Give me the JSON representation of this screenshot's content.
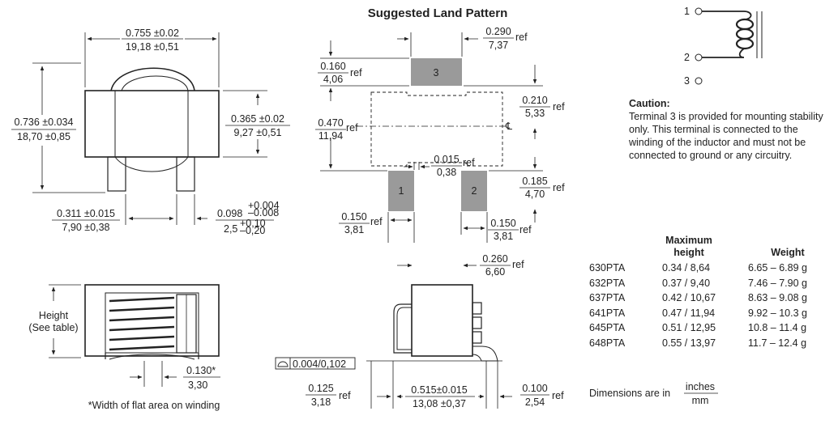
{
  "land_pattern": {
    "title": "Suggested Land Pattern",
    "pad_labels": [
      "3",
      "1",
      "2"
    ],
    "dims": {
      "pad_spacing_top": {
        "in": "0.290",
        "mm": "7,37",
        "suffix": "ref"
      },
      "pad3_height": {
        "in": "0.160",
        "mm": "4,06",
        "suffix": "ref"
      },
      "center_to_pad3": {
        "in": "0.210",
        "mm": "5,33",
        "suffix": "ref"
      },
      "overall_height": {
        "in": "0.470",
        "mm": "11,94",
        "suffix": "ref"
      },
      "pad_gap": {
        "in": "0.015",
        "mm": "0,38",
        "suffix": "ref"
      },
      "center_to_pad12": {
        "in": "0.185",
        "mm": "4,70",
        "suffix": "ref"
      },
      "pad1_width": {
        "in": "0.150",
        "mm": "3,81",
        "suffix": "ref"
      },
      "pad2_width": {
        "in": "0.150",
        "mm": "3,81",
        "suffix": "ref"
      },
      "pad_outer_span": {
        "in": "0.260",
        "mm": "6,60",
        "suffix": "ref"
      },
      "centerline": "℄"
    }
  },
  "top_view": {
    "width": {
      "in": "0.755 ±0.02",
      "mm": "19,18 ±0,51"
    },
    "height": {
      "in": "0.736 ±0.034",
      "mm": "18,70 ±0,85"
    },
    "body_height": {
      "in": "0.365 ±0.02",
      "mm": "9,27 ±0,51"
    },
    "lead_span": {
      "in": "0.311 ±0.015",
      "mm": "7,90 ±0,38"
    },
    "lead_width": {
      "in": "0.098",
      "in_plus": "+0.004",
      "in_minus": "–0.008",
      "mm": "2,5",
      "mm_plus": "+0,10",
      "mm_minus": "–0,20"
    }
  },
  "side_view": {
    "height_label_1": "Height",
    "height_label_2": "(See table)",
    "flat_width": {
      "in": "0.130*",
      "mm": "3,30"
    },
    "footnote": "*Width of flat area on winding"
  },
  "end_view": {
    "flatness": "0.004/0,102",
    "lead_offset": {
      "in": "0.125",
      "mm": "3,18",
      "suffix": "ref"
    },
    "lead_span": {
      "in": "0.515±0.015",
      "mm": "13,08 ±0,37"
    },
    "lead_width": {
      "in": "0.100",
      "mm": "2,54",
      "suffix": "ref"
    }
  },
  "schematic": {
    "terminals": [
      "1",
      "2",
      "3"
    ]
  },
  "caution": {
    "heading": "Caution:",
    "text": "Terminal 3 is provided for mounting stability only. This terminal is connected to the winding of the inductor and must not be connected to ground or any circuitry."
  },
  "table": {
    "header_height_1": "Maximum",
    "header_height_2": "height",
    "header_weight": "Weight",
    "rows": [
      {
        "part": "630PTA",
        "height": "0.34 / 8,64",
        "weight": "6.65 – 6.89 g"
      },
      {
        "part": "632PTA",
        "height": "0.37 / 9,40",
        "weight": "7.46 – 7.90 g"
      },
      {
        "part": "637PTA",
        "height": "0.42 / 10,67",
        "weight": "8.63 – 9.08 g"
      },
      {
        "part": "641PTA",
        "height": "0.47 / 11,94",
        "weight": "9.92 – 10.3 g"
      },
      {
        "part": "645PTA",
        "height": "0.51 / 12,95",
        "weight": "10.8 – 11.4 g"
      },
      {
        "part": "648PTA",
        "height": "0.55 / 13,97",
        "weight": "11.7 – 12.4 g"
      }
    ]
  },
  "units_note": {
    "text": "Dimensions are in",
    "top": "inches",
    "bottom": "mm"
  },
  "colors": {
    "pad": "#9a9a9a",
    "line": "#222222"
  }
}
